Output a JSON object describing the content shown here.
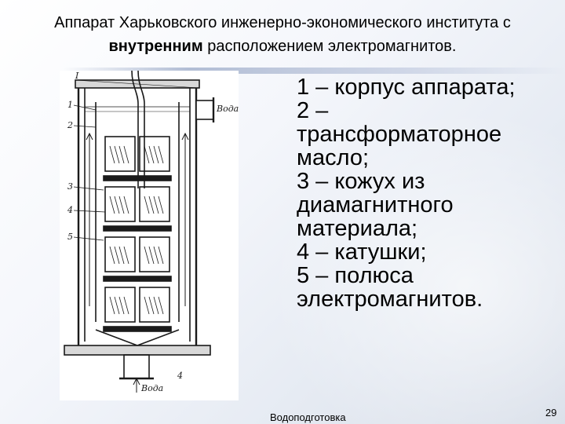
{
  "title": {
    "line1": "Аппарат Харьковского инженерно-экономического института с",
    "bold_word": "внутренним",
    "line2_rest": " расположением электромагнитов."
  },
  "diagram": {
    "water_top": "Вода",
    "water_bottom": "Вода",
    "callouts": [
      "1",
      "2",
      "3",
      "4",
      "5"
    ],
    "top_label": "I",
    "bottom_label": "4"
  },
  "legend": [
    "1 – корпус аппарата;",
    "2 –",
    "трансформаторное",
    "масло;",
    "3 – кожух из",
    "диамагнитного",
    "материала;",
    "4 – катушки;",
    "5 – полюса",
    "электромагнитов."
  ],
  "footer": "Водоподготовка",
  "page_number": "29",
  "colors": {
    "ink": "#1a1a1a",
    "background": "#eef1f6"
  }
}
